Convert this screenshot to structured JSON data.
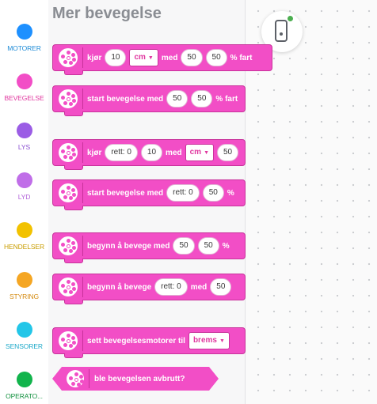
{
  "categories": [
    {
      "label": "MOTORER",
      "color": "#1e90ff",
      "label_color": "#1e8bd6"
    },
    {
      "label": "BEVEGELSE",
      "color": "#f24ec6",
      "label_color": "#e0379f"
    },
    {
      "label": "LYS",
      "color": "#9b5de5",
      "label_color": "#8a4fd1"
    },
    {
      "label": "LYD",
      "color": "#c06ee8",
      "label_color": "#b15fd8"
    },
    {
      "label": "HENDELSER",
      "color": "#f2c200",
      "label_color": "#c99d00"
    },
    {
      "label": "STYRING",
      "color": "#f5a623",
      "label_color": "#d48a10"
    },
    {
      "label": "SENSORER",
      "color": "#23c6e8",
      "label_color": "#1aa8c9"
    },
    {
      "label": "OPERATO...",
      "color": "#12b44c",
      "label_color": "#0f8f3c"
    }
  ],
  "palette": {
    "title": "Mer bevegelse",
    "blocks": [
      {
        "parts": [
          {
            "t": "text",
            "v": "kjør"
          },
          {
            "t": "pill",
            "v": "10"
          },
          {
            "t": "dd",
            "v": "cm"
          },
          {
            "t": "text",
            "v": "med"
          },
          {
            "t": "pill",
            "v": "50"
          },
          {
            "t": "pill",
            "v": "50"
          },
          {
            "t": "text",
            "v": "% fart"
          }
        ]
      },
      {
        "parts": [
          {
            "t": "text",
            "v": "start bevegelse med"
          },
          {
            "t": "pill",
            "v": "50"
          },
          {
            "t": "pill",
            "v": "50"
          },
          {
            "t": "text",
            "v": "% fart"
          }
        ]
      },
      {
        "parts": [
          {
            "t": "text",
            "v": "kjør"
          },
          {
            "t": "pill",
            "v": "rett: 0"
          },
          {
            "t": "pill",
            "v": "10"
          },
          {
            "t": "text",
            "v": "med"
          },
          {
            "t": "dd",
            "v": "cm"
          },
          {
            "t": "pill",
            "v": "50"
          }
        ]
      },
      {
        "parts": [
          {
            "t": "text",
            "v": "start bevegelse med"
          },
          {
            "t": "pill",
            "v": "rett: 0"
          },
          {
            "t": "pill",
            "v": "50"
          },
          {
            "t": "text",
            "v": "%"
          }
        ]
      },
      {
        "parts": [
          {
            "t": "text",
            "v": "begynn å bevege med"
          },
          {
            "t": "pill",
            "v": "50"
          },
          {
            "t": "pill",
            "v": "50"
          },
          {
            "t": "text",
            "v": "%"
          }
        ]
      },
      {
        "parts": [
          {
            "t": "text",
            "v": "begynn å bevege"
          },
          {
            "t": "pill",
            "v": "rett: 0"
          },
          {
            "t": "text",
            "v": "med"
          },
          {
            "t": "pill",
            "v": "50"
          }
        ]
      },
      {
        "parts": [
          {
            "t": "text",
            "v": "sett bevegelsesmotorer til"
          },
          {
            "t": "dd",
            "v": "brems"
          }
        ]
      }
    ],
    "reporter": "ble bevegelsen avbrutt?"
  },
  "canvas": {
    "hub_icon": "hub-device-icon",
    "status_color": "#4caf50"
  }
}
